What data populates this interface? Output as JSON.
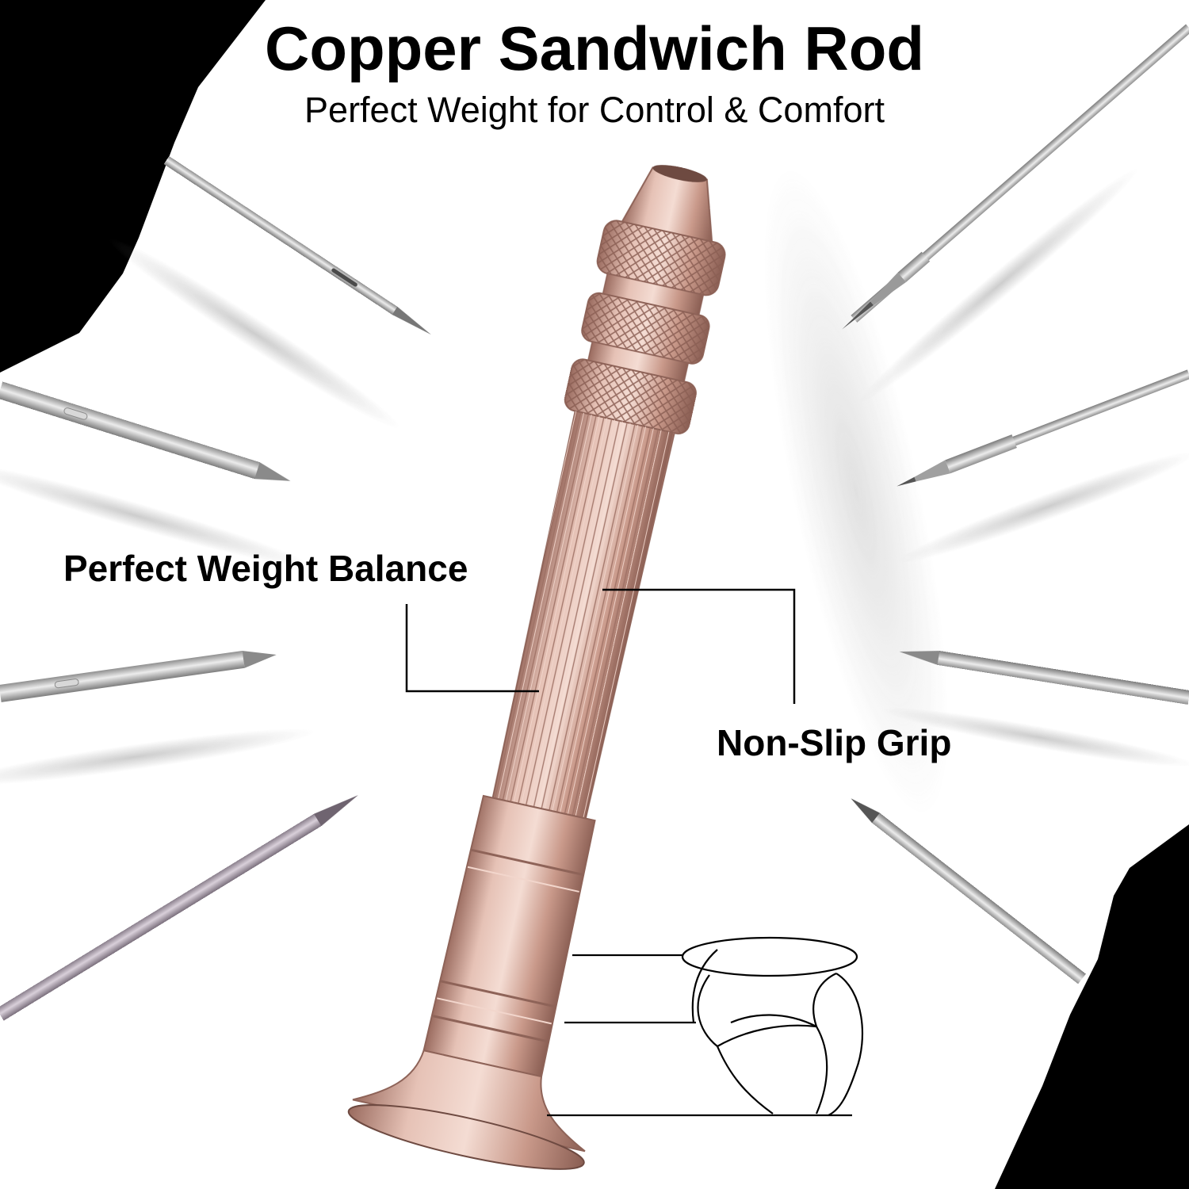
{
  "header": {
    "title": "Copper Sandwich Rod",
    "subtitle": "Perfect Weight for Control & Comfort"
  },
  "callouts": {
    "weight_balance": "Perfect Weight Balance",
    "grip": "Non-Slip Grip"
  },
  "colors": {
    "copper_light": "#e8c4b8",
    "copper_mid": "#c9998a",
    "copper_dark": "#8e6358",
    "needle_steel": "#b9b9b9",
    "background": "#ffffff",
    "corner": "#000000"
  }
}
